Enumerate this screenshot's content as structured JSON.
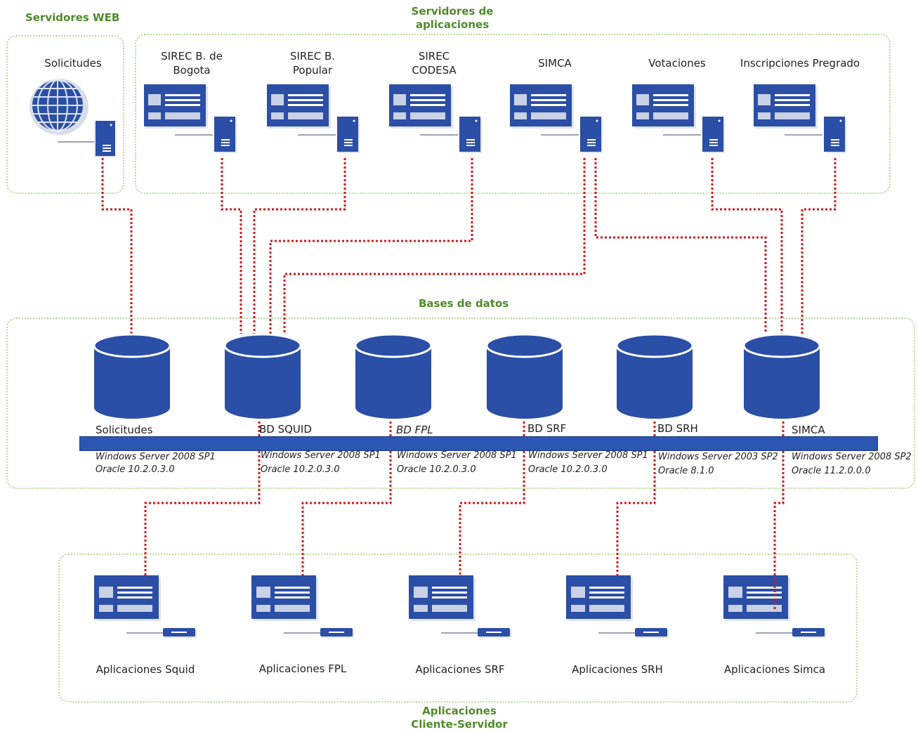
{
  "groups": {
    "web_servers": "Servidores WEB",
    "app_servers": "Servidores de aplicaciones",
    "databases": "Bases de datos",
    "client_server": "Aplicaciones Cliente-Servidor"
  },
  "web_server": {
    "label": "Solicitudes"
  },
  "app_servers": [
    {
      "label": "SIREC B. de Bogota"
    },
    {
      "label": "SIREC B. Popular"
    },
    {
      "label": "SIREC CODESA"
    },
    {
      "label": "SIMCA"
    },
    {
      "label": "Votaciones"
    },
    {
      "label": "Inscripciones Pregrado"
    }
  ],
  "databases": [
    {
      "name": "Solicitudes",
      "os": "Windows Server 2008 SP1",
      "db": "Oracle 10.2.0.3.0"
    },
    {
      "name": "BD SQUID",
      "os": "Windows Server 2008 SP1",
      "db": "Oracle 10.2.0.3.0"
    },
    {
      "name": "BD FPL",
      "os": "Windows Server 2008 SP1",
      "db": "Oracle 10.2.0.3.0"
    },
    {
      "name": "BD SRF",
      "os": "Windows Server 2008 SP1",
      "db": "Oracle 10.2.0.3.0"
    },
    {
      "name": "BD SRH",
      "os": "Windows Server 2003 SP2",
      "db": "Oracle 8.1.0"
    },
    {
      "name": "SIMCA",
      "os": "Windows Server 2008 SP2",
      "db": "Oracle 11.2.0.0.0"
    }
  ],
  "client_apps": [
    {
      "label": "Aplicaciones Squid"
    },
    {
      "label": "Aplicaciones FPL"
    },
    {
      "label": "Aplicaciones SRF"
    },
    {
      "label": "Aplicaciones SRH"
    },
    {
      "label": "Aplicaciones Simca"
    }
  ],
  "colors": {
    "db_fill": "#2b4ea6",
    "connector": "#d9151b",
    "group_title": "#4f8a2a",
    "group_border": "#b9d99a"
  }
}
